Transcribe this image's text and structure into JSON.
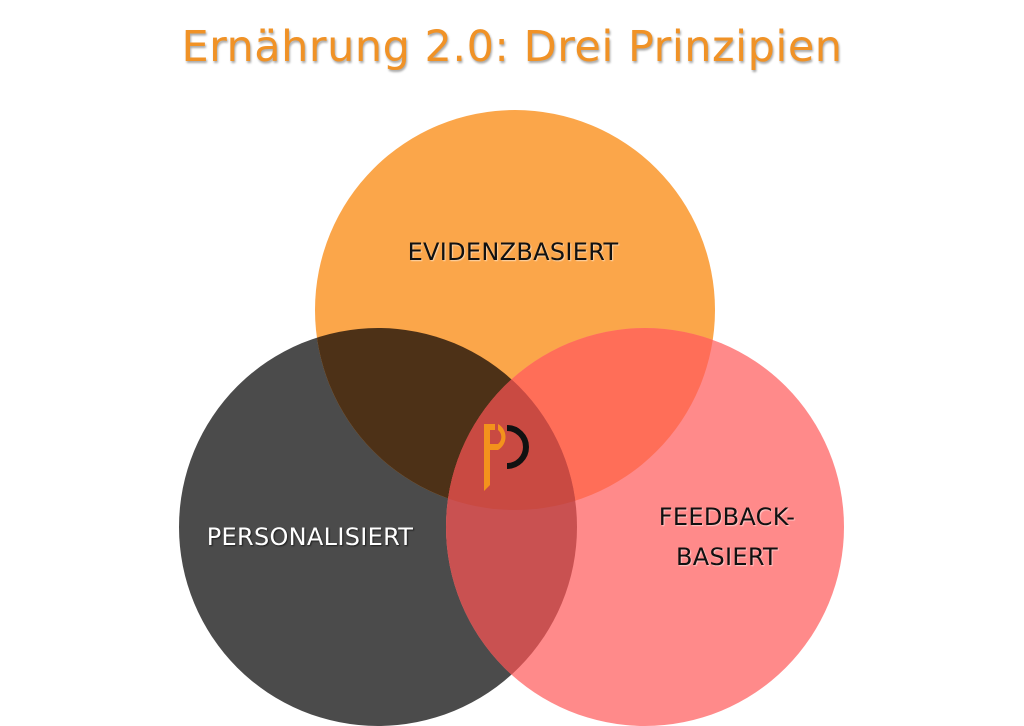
{
  "title": "Ernährung 2.0: Drei Prinzipien",
  "circles": [
    {
      "key": "evidence",
      "label": "EVIDENZBASIERT",
      "color": "#fba64a"
    },
    {
      "key": "personal",
      "label": "PERSONALISIERT",
      "color": "#4b4b4b"
    },
    {
      "key": "feedback",
      "label_lines": [
        "FEEDBACK-",
        "BASIERT"
      ],
      "color": "#ff8a8a"
    }
  ],
  "center_logo": {
    "icon": "p-logo-icon",
    "letter": "P",
    "colors": [
      "#f3921c",
      "#111111"
    ]
  }
}
